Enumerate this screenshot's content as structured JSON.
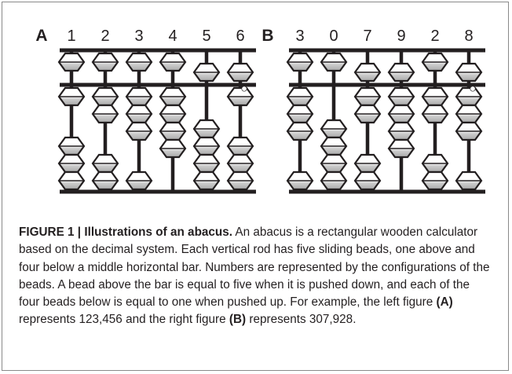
{
  "panels": [
    {
      "letter": "A",
      "digits": [
        1,
        2,
        3,
        4,
        5,
        6
      ]
    },
    {
      "letter": "B",
      "digits": [
        3,
        0,
        7,
        9,
        2,
        8
      ]
    }
  ],
  "caption": {
    "figure_label": "FIGURE 1 | Illustrations of an abacus.",
    "text_1": " An abacus is a rectangular wooden calculator based on the decimal system. Each vertical rod has five sliding beads, one above and four below a middle horizontal bar. Numbers are represented by the configurations of the beads. A bead above the bar is equal to five when it is pushed down, and each of the four beads below is equal to one when pushed up. For example, the left figure ",
    "ref_a": "(A)",
    "text_2": " represents 123,456 and the right figure ",
    "ref_b": "(B)",
    "text_3": " represents 307,928."
  },
  "colors": {
    "ink": "#231f20",
    "bead_light": "#ffffff",
    "bead_shade": "#bdbdbd",
    "frame": "#8a8a8a"
  }
}
